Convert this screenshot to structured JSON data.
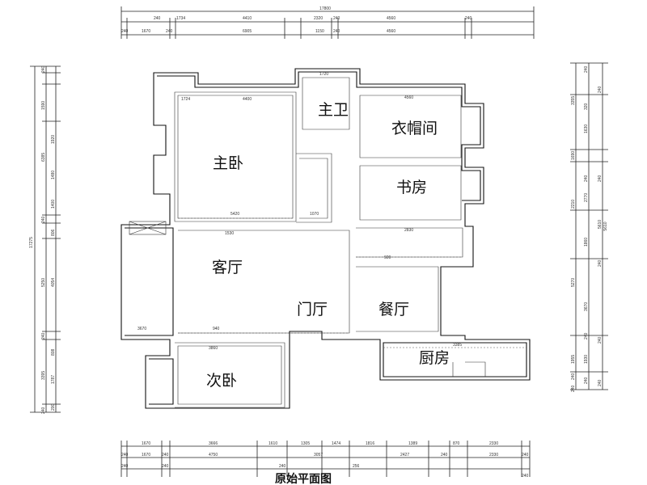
{
  "title": "原始平面图",
  "rooms": {
    "master_bath": "主卫",
    "cloakroom": "衣帽间",
    "master_bedroom": "主卧",
    "study": "书房",
    "living_room": "客厅",
    "foyer": "门厅",
    "dining_room": "餐厅",
    "kitchen": "厨房",
    "second_bedroom": "次卧"
  },
  "dimensions": {
    "top": {
      "overall": "17800",
      "row1": [
        "240",
        "1734",
        "4410",
        "2320",
        "240",
        "4560",
        "240"
      ],
      "row2": [
        "240",
        "1670",
        "240",
        "6905",
        "1150",
        "240",
        "4560"
      ]
    },
    "bottom": {
      "row1": [
        "1670",
        "3666",
        "1610",
        "1305",
        "1474",
        "1816",
        "1389",
        "870",
        "2330"
      ],
      "row2": [
        "240",
        "1670",
        "240",
        "4750",
        "3057",
        "2427",
        "2330",
        "240",
        "240"
      ],
      "row3": [
        "240",
        "240",
        "240",
        "256",
        "240"
      ]
    },
    "left": {
      "overall": "17275",
      "row1": [
        "240",
        "1590",
        "6385",
        "240",
        "5250",
        "240",
        "3395",
        "240"
      ],
      "row2": [
        "1920",
        "1480",
        "1400",
        "806",
        "4054",
        "808",
        "1787",
        "200"
      ]
    },
    "right": {
      "overall": "5610",
      "row1": [
        "3355",
        "1690",
        "2210",
        "5270",
        "1955",
        "240",
        "240"
      ],
      "row2": [
        "240",
        "320",
        "1630",
        "240",
        "2770",
        "1860",
        "3670",
        "240",
        "1930",
        "240"
      ]
    },
    "interior": [
      "1724",
      "4400",
      "1720",
      "5420",
      "4560",
      "1530",
      "3860",
      "3670",
      "2830",
      "3385",
      "1070",
      "920",
      "940"
    ]
  }
}
